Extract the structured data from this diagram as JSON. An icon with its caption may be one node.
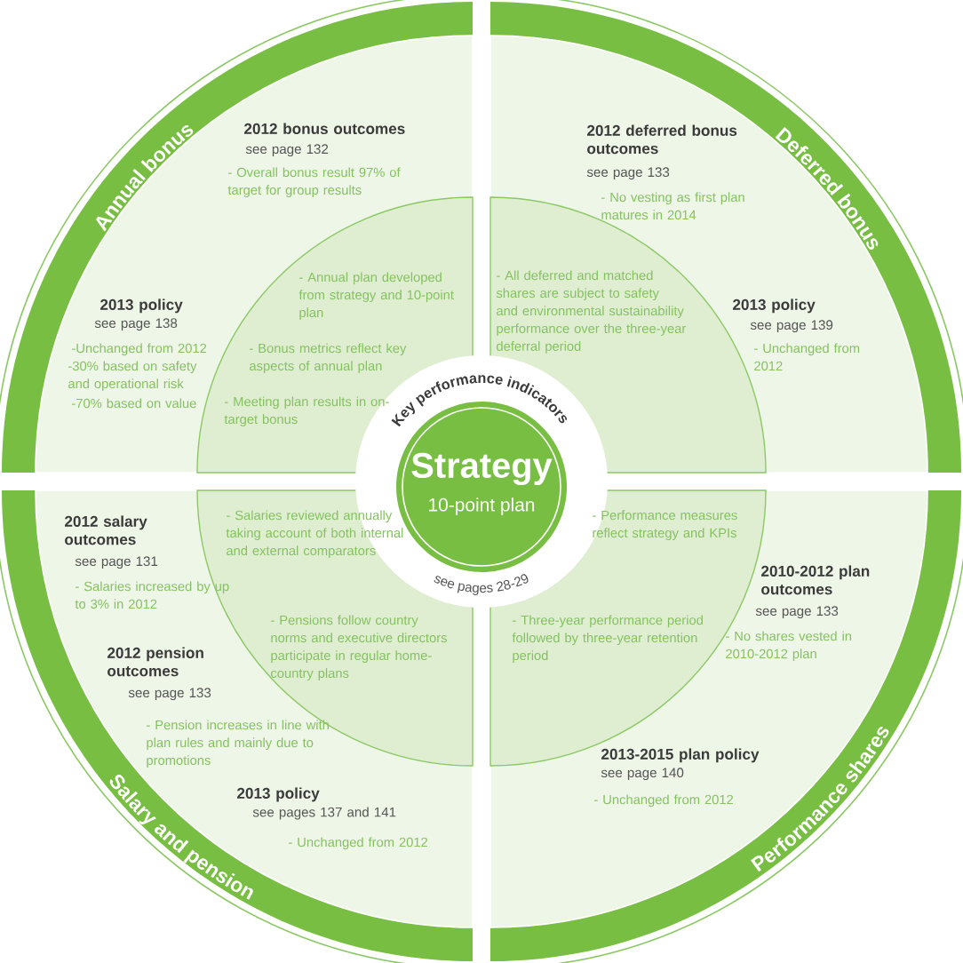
{
  "diagram": {
    "nodes": [
      {
        "text": [
          "Strategy",
          "10-point plan"
        ]
      },
      {
        "text": [
          "Annual bonus",
          "2012 bonus outcomes",
          "see page 132",
          "- Overall bonus result 97% of target for group results",
          "2013 policy",
          "see page 138",
          "-Unchanged from 2012",
          "-30% based on safety and operational risk",
          "-70% based on value"
        ]
      },
      {
        "text": [
          "- Annual plan developed from strategy and 10-point plan",
          "- Bonus metrics reflect key aspects of annual plan",
          "- Meeting plan results in on-target bonus"
        ],
        "in": 1
      },
      {
        "text": [
          "Deferred bonus",
          "2012 deferred bonus outcomes",
          "see page 133",
          "- No vesting as first plan matures in 2014",
          "2013 policy",
          "see page 139",
          "- Unchanged from 2012"
        ]
      },
      {
        "text": [
          "- All deferred and matched shares are subject to safety and environmental sustainability performance over the three-year deferral period"
        ],
        "in": 3
      },
      {
        "text": [
          "Salary and pension",
          "2012 salary outcomes",
          "see page 131",
          "- Salaries increased by up to 3% in 2012",
          "2012 pension outcomes",
          "see page 133",
          "- Pension increases in line with plan rules and mainly due to promotions",
          "2013 policy",
          "see pages 137 and 141",
          "- Unchanged from 2012"
        ]
      },
      {
        "text": [
          "- Salaries reviewed annually taking account of both internal and external comparators",
          "- Pensions follow country norms and executive directors participate in regular home-country plans"
        ],
        "in": 5
      },
      {
        "text": [
          "Performance shares",
          "2010-2012 plan outcomes",
          "see page 133",
          "- No shares vested in 2010-2012 plan",
          "2013-2015 plan policy",
          "see page 140",
          "- Unchanged from 2012"
        ]
      },
      {
        "text": [
          "- Performance measures reflect strategy and KPIs",
          "- Three-year performance period followed by three-year retention period"
        ],
        "in": 7
      }
    ],
    "labels": [
      "Key performance indicators",
      "see pages 28-29"
    ]
  }
}
